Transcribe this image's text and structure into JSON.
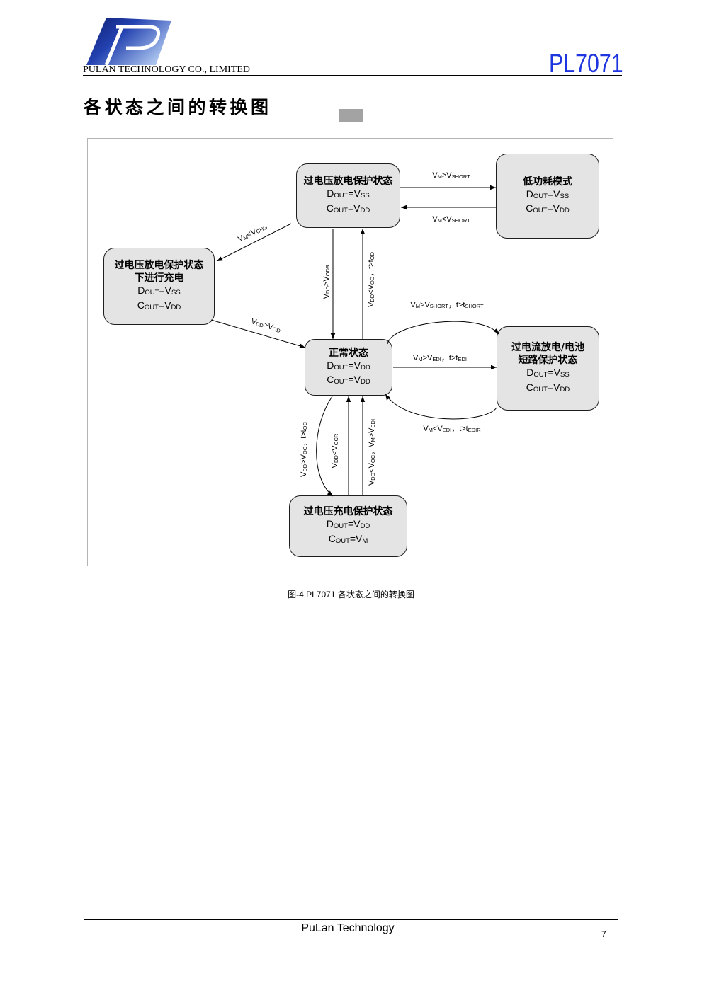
{
  "header": {
    "logo_icon": "pulan-p-logo",
    "company": "PULAN TECHNOLOGY CO., LIMITED",
    "part_number": "PL7071",
    "part_number_color": "#1f35e0"
  },
  "section": {
    "title": "各状态之间的转换图"
  },
  "diagram": {
    "states": {
      "discharge_protection": {
        "title": [
          "过电压放电保护状态"
        ],
        "dout": [
          "D",
          "OUT",
          "=V",
          "SS"
        ],
        "cout": [
          "C",
          "OUT",
          "=V",
          "DD"
        ]
      },
      "low_power_mode": {
        "title": [
          "低功耗模式"
        ],
        "dout": [
          "D",
          "OUT",
          "=V",
          "SS"
        ],
        "cout": [
          "C",
          "OUT",
          "=V",
          "DD"
        ]
      },
      "charging_in_discharge_protection": {
        "title": [
          "过电压放电保护状态",
          "下进行充电"
        ],
        "dout": [
          "D",
          "OUT",
          "=V",
          "SS"
        ],
        "cout": [
          "C",
          "OUT",
          "=V",
          "DD"
        ]
      },
      "normal": {
        "title": [
          "正常状态"
        ],
        "dout": [
          "D",
          "OUT",
          "=V",
          "DD"
        ],
        "cout": [
          "C",
          "OUT",
          "=V",
          "DD"
        ]
      },
      "overcurrent_short_protection": {
        "title": [
          "过电流放电/电池",
          "短路保护状态"
        ],
        "dout": [
          "D",
          "OUT",
          "=V",
          "SS"
        ],
        "cout": [
          "C",
          "OUT",
          "=V",
          "DD"
        ]
      },
      "charge_protection": {
        "title": [
          "过电压充电保护状态"
        ],
        "dout": [
          "D",
          "OUT",
          "=V",
          "DD"
        ],
        "cout": [
          "C",
          "OUT",
          "=V",
          "M"
        ]
      }
    },
    "transitions": {
      "discharge_protection_to_low_power_mode": [
        "V",
        "M",
        ">V",
        "SHORT"
      ],
      "low_power_mode_to_discharge_protection": [
        "V",
        "M",
        "<V",
        "SHORT"
      ],
      "discharge_protection_to_charging_in_discharge_protection": [
        "V",
        "M",
        "<V",
        "CHG"
      ],
      "charging_in_discharge_protection_to_normal": [
        "V",
        "DD",
        ">V",
        "OD"
      ],
      "discharge_protection_to_normal": [
        "V",
        "DD",
        ">V",
        "ODR"
      ],
      "normal_to_discharge_protection": [
        "V",
        "DD",
        "<V",
        "OD",
        "，t>t",
        "OD"
      ],
      "normal_to_overcurrent_short": [
        "V",
        "M",
        ">V",
        "SHORT",
        "，t>t",
        "SHORT"
      ],
      "normal_to_overcurrent_edi": [
        "V",
        "M",
        ">V",
        "EDI",
        "，t>t",
        "EDI"
      ],
      "overcurrent_short_protection_to_normal": [
        "V",
        "M",
        "<V",
        "EDI",
        "，t>t",
        "EDIR"
      ],
      "normal_to_charge_protection": [
        "V",
        "DD",
        ">V",
        "OC",
        "，t>t",
        "OC"
      ],
      "charge_protection_to_normal_ocr": [
        "V",
        "DD",
        "<V",
        "OCR"
      ],
      "charge_protection_to_normal_edi": [
        "V",
        "DD",
        "<V",
        "OC",
        "，V",
        "M",
        ">V",
        "EDI"
      ]
    }
  },
  "caption": "图-4 PL7071 各状态之间的转换图",
  "footer": {
    "company": "PuLan Technology",
    "page_number": "7"
  }
}
